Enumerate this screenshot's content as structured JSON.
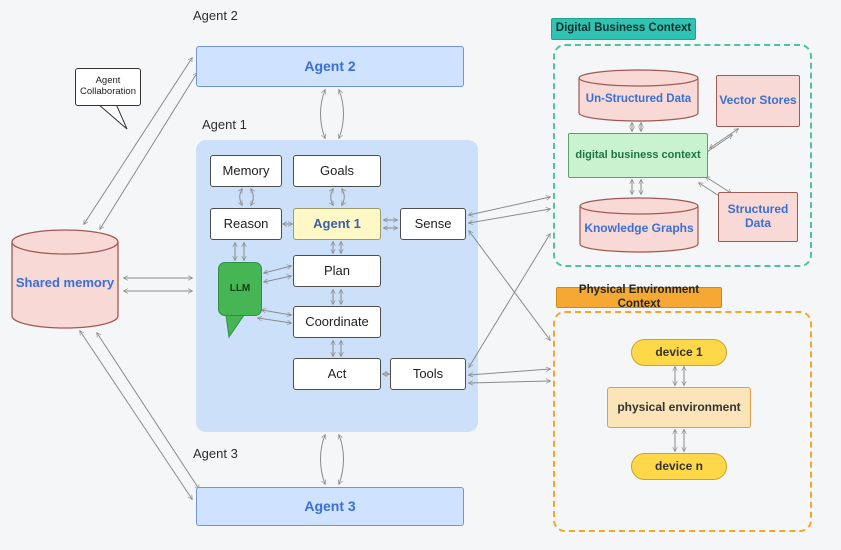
{
  "captions": {
    "agent2": "Agent 2",
    "agent1": "Agent 1",
    "agent3": "Agent 3"
  },
  "nodes": {
    "agent2": "Agent 2",
    "agent3": "Agent 3",
    "shared_memory": "Shared memory",
    "collaboration_note": "Agent Collaboration",
    "memory": "Memory",
    "goals": "Goals",
    "reason": "Reason",
    "agent1": "Agent 1",
    "sense": "Sense",
    "llm": "LLM",
    "plan": "Plan",
    "coordinate": "Coordinate",
    "act": "Act",
    "tools": "Tools"
  },
  "digital_business": {
    "badge": "Digital Business Context",
    "unstructured_data": "Un-Structured Data",
    "vector_stores": "Vector Stores",
    "context_hub": "digital business context",
    "knowledge_graphs": "Knowledge Graphs",
    "structured_data": "Structured Data"
  },
  "physical_environment": {
    "badge": "Physical Environment Context",
    "device_1": "device 1",
    "hub": "physical environment",
    "device_n": "device n"
  },
  "colors": {
    "agent_fill": "#cfe2ff",
    "agent_border": "#7096d8",
    "agent_text": "#3b6fd1",
    "container_fill": "#cce0fa",
    "pink_fill": "#f8d9d6",
    "pink_border": "#9f5a52",
    "yellow_agent_fill": "#fdf8c5",
    "llm_green": "#46b655",
    "context_green_fill": "#c9f2cf",
    "digital_badge": "#30c3b2",
    "digital_dash": "#4fc3a1",
    "physical_badge": "#f5a833",
    "physical_dash": "#f5a623",
    "device_yellow": "#ffd84a",
    "environment_fill": "#fbe4b8",
    "arrow": "#8a8a8a"
  }
}
